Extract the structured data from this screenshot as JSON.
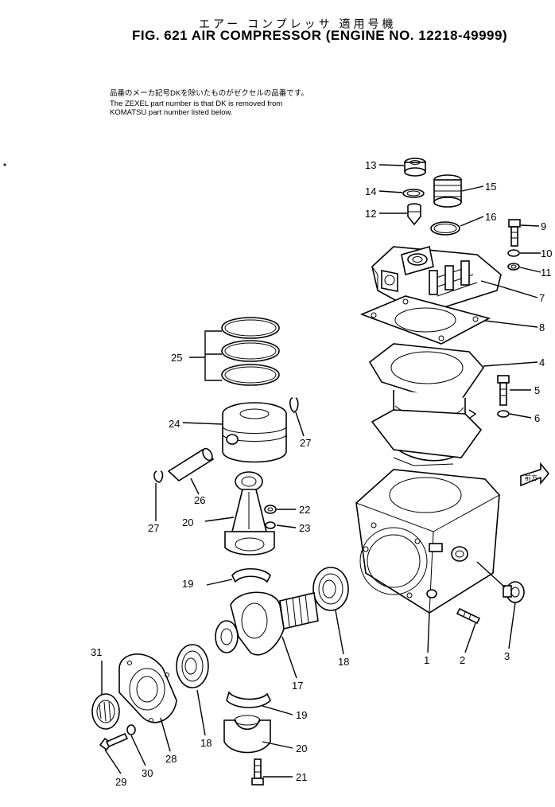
{
  "header": {
    "title_jp": "エアー コンプレッサ 適用号機",
    "title": "FIG. 621  AIR COMPRESSOR (ENGINE NO. 12218-49999)"
  },
  "note": {
    "line_jp": "品番のメーカ記号DKを除いたものがゼクセルの品番です。",
    "line1": "The ZEXEL part number is that DK is removed from",
    "line2": "KOMATSU part number listed below."
  },
  "callouts": {
    "c1": "1",
    "c2": "2",
    "c3": "3",
    "c4": "4",
    "c5": "5",
    "c6": "6",
    "c7": "7",
    "c8": "8",
    "c9": "9",
    "c10": "10",
    "c11": "11",
    "c12": "12",
    "c13": "13",
    "c14": "14",
    "c15": "15",
    "c16": "16",
    "c17": "17",
    "c18": "18",
    "c18b": "18",
    "c19": "19",
    "c19b": "19",
    "c20": "20",
    "c20b": "20",
    "c21": "21",
    "c22": "22",
    "c23": "23",
    "c24": "24",
    "c25": "25",
    "c26": "26",
    "c27": "27",
    "c27b": "27",
    "c28": "28",
    "c29": "29",
    "c30": "30",
    "c31": "31"
  },
  "direction_tag": "前方"
}
